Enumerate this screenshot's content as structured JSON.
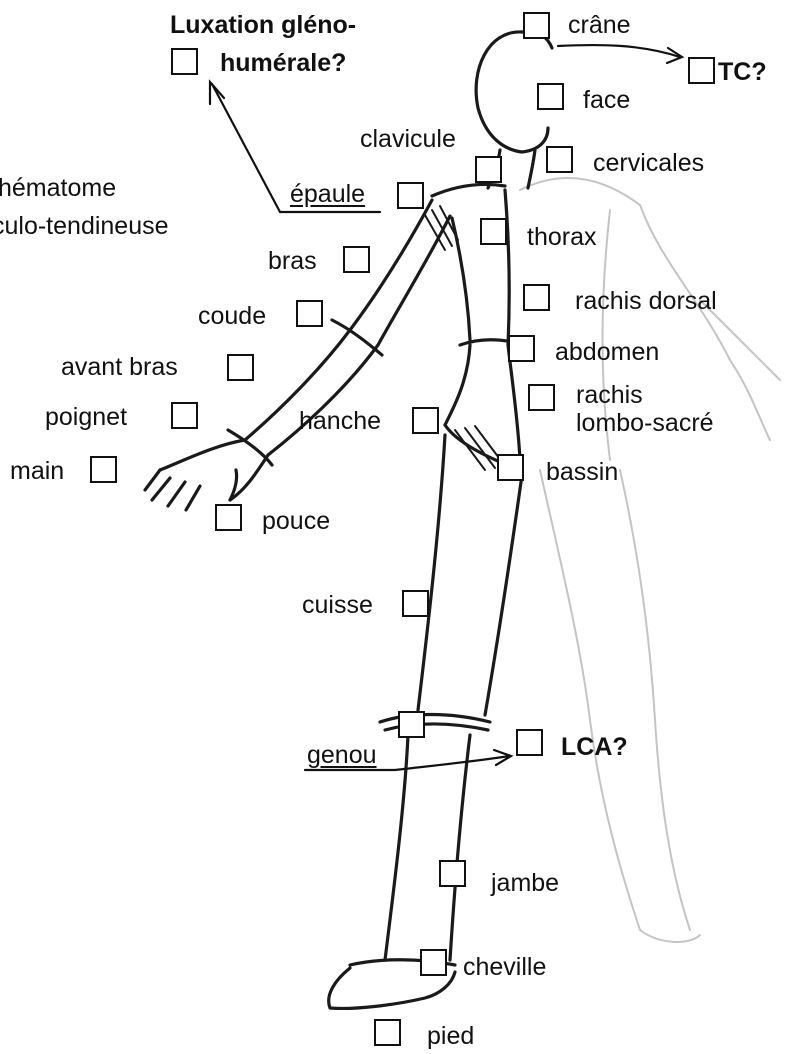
{
  "colors": {
    "ink": "#111111",
    "ghost": "#c4c4c4",
    "paper": "#ffffff"
  },
  "labels": {
    "crane": "crâne",
    "tc": "TC?",
    "face": "face",
    "luxation_1": "Luxation gléno-",
    "luxation_2": "humérale?",
    "clavicule": "clavicule",
    "cervicales": "cervicales",
    "hematome_1": "hématome",
    "hematome_2": "culo-tendineuse",
    "epaule": "épaule",
    "thorax": "thorax",
    "bras": "bras",
    "rachis_dorsal": "rachis dorsal",
    "coude": "coude",
    "abdomen": "abdomen",
    "avant_bras": "avant bras",
    "rachis_1": "rachis",
    "rachis_2": "lombo-sacré",
    "poignet": "poignet",
    "hanche": "hanche",
    "main": "main",
    "bassin": "bassin",
    "pouce": "pouce",
    "cuisse": "cuisse",
    "genou": "genou",
    "lca": "LCA?",
    "jambe": "jambe",
    "cheville": "cheville",
    "pied": "pied"
  },
  "checkboxes": [
    "crane",
    "tc",
    "face",
    "luxation",
    "clavicule",
    "cervicales",
    "epaule",
    "thorax",
    "bras",
    "rachis-dorsal",
    "coude",
    "abdomen",
    "avant-bras",
    "rachis-lombo-sacre",
    "poignet",
    "hanche",
    "main",
    "bassin",
    "pouce",
    "cuisse",
    "genou",
    "lca",
    "jambe",
    "cheville",
    "pied"
  ]
}
